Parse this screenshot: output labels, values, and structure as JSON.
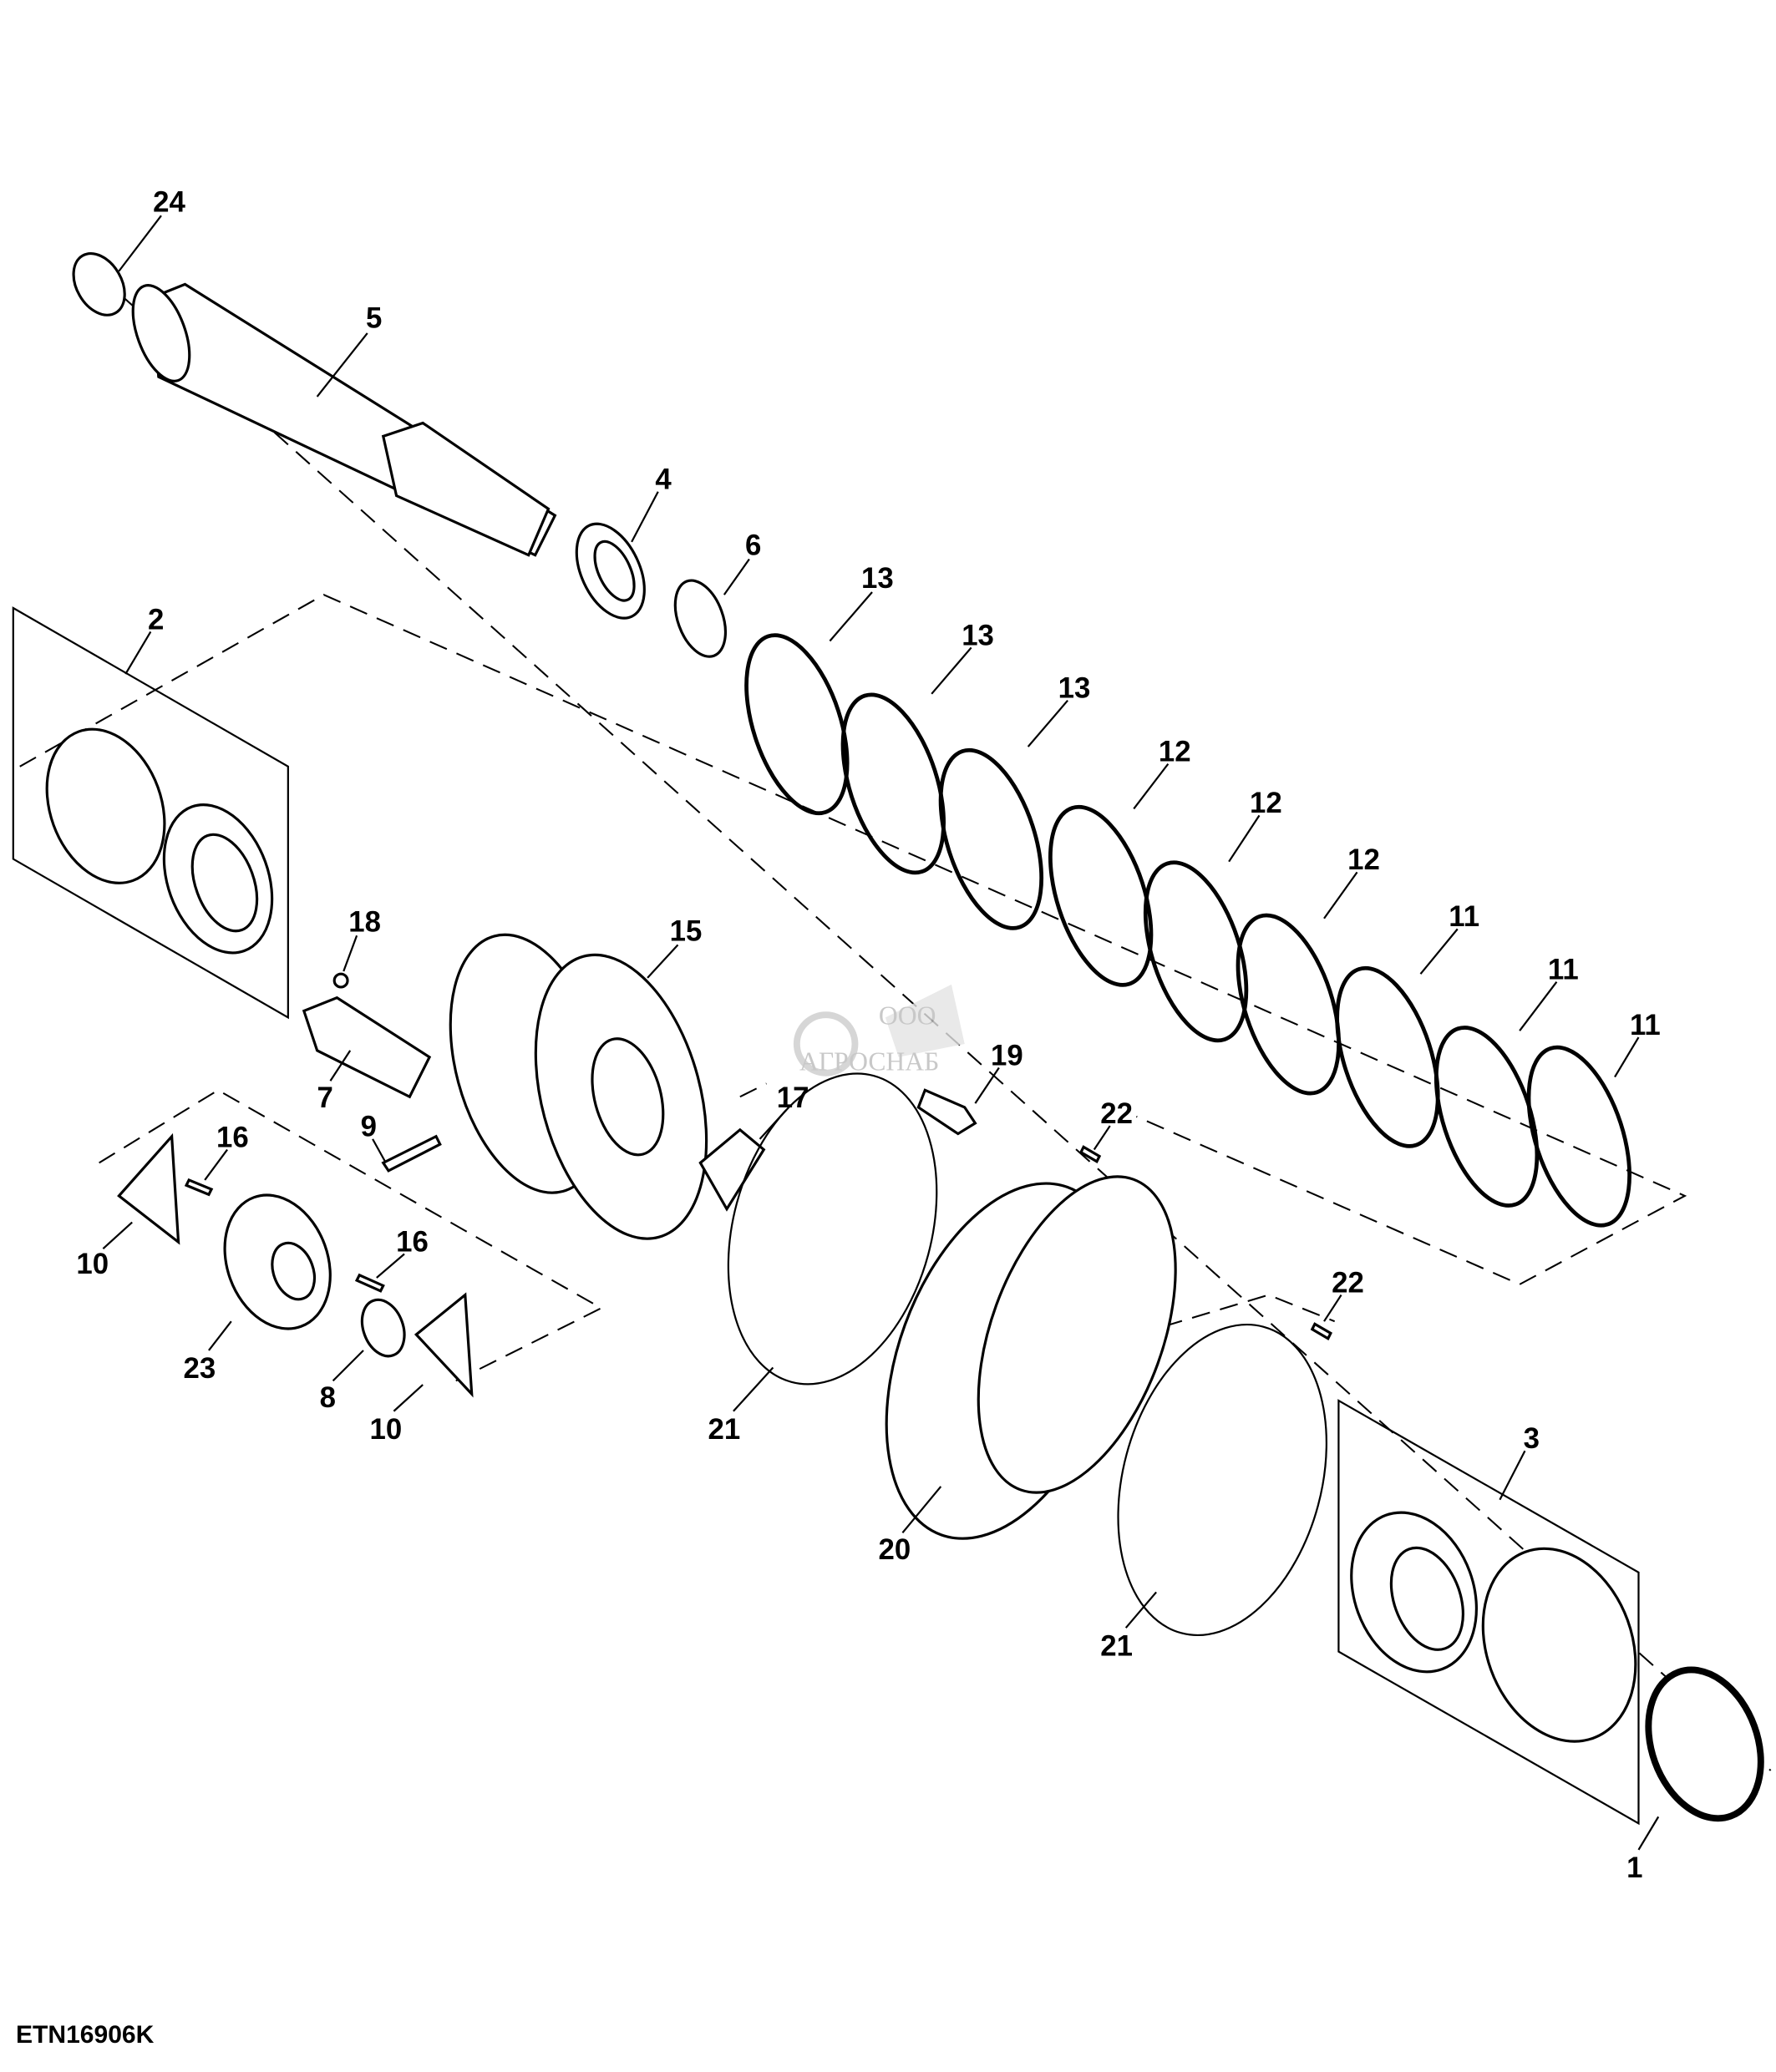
{
  "diagram_code": "ETN16906K",
  "watermark": {
    "prefix": "ООО",
    "name": "АГРОСНАБ"
  },
  "labels": [
    "24",
    "5",
    "4",
    "6",
    "13",
    "13",
    "13",
    "12",
    "12",
    "12",
    "11",
    "11",
    "11",
    "2",
    "18",
    "15",
    "7",
    "9",
    "17",
    "19",
    "22",
    "16",
    "16",
    "10",
    "23",
    "8",
    "10",
    "21",
    "22",
    "3",
    "20",
    "21",
    "1"
  ]
}
